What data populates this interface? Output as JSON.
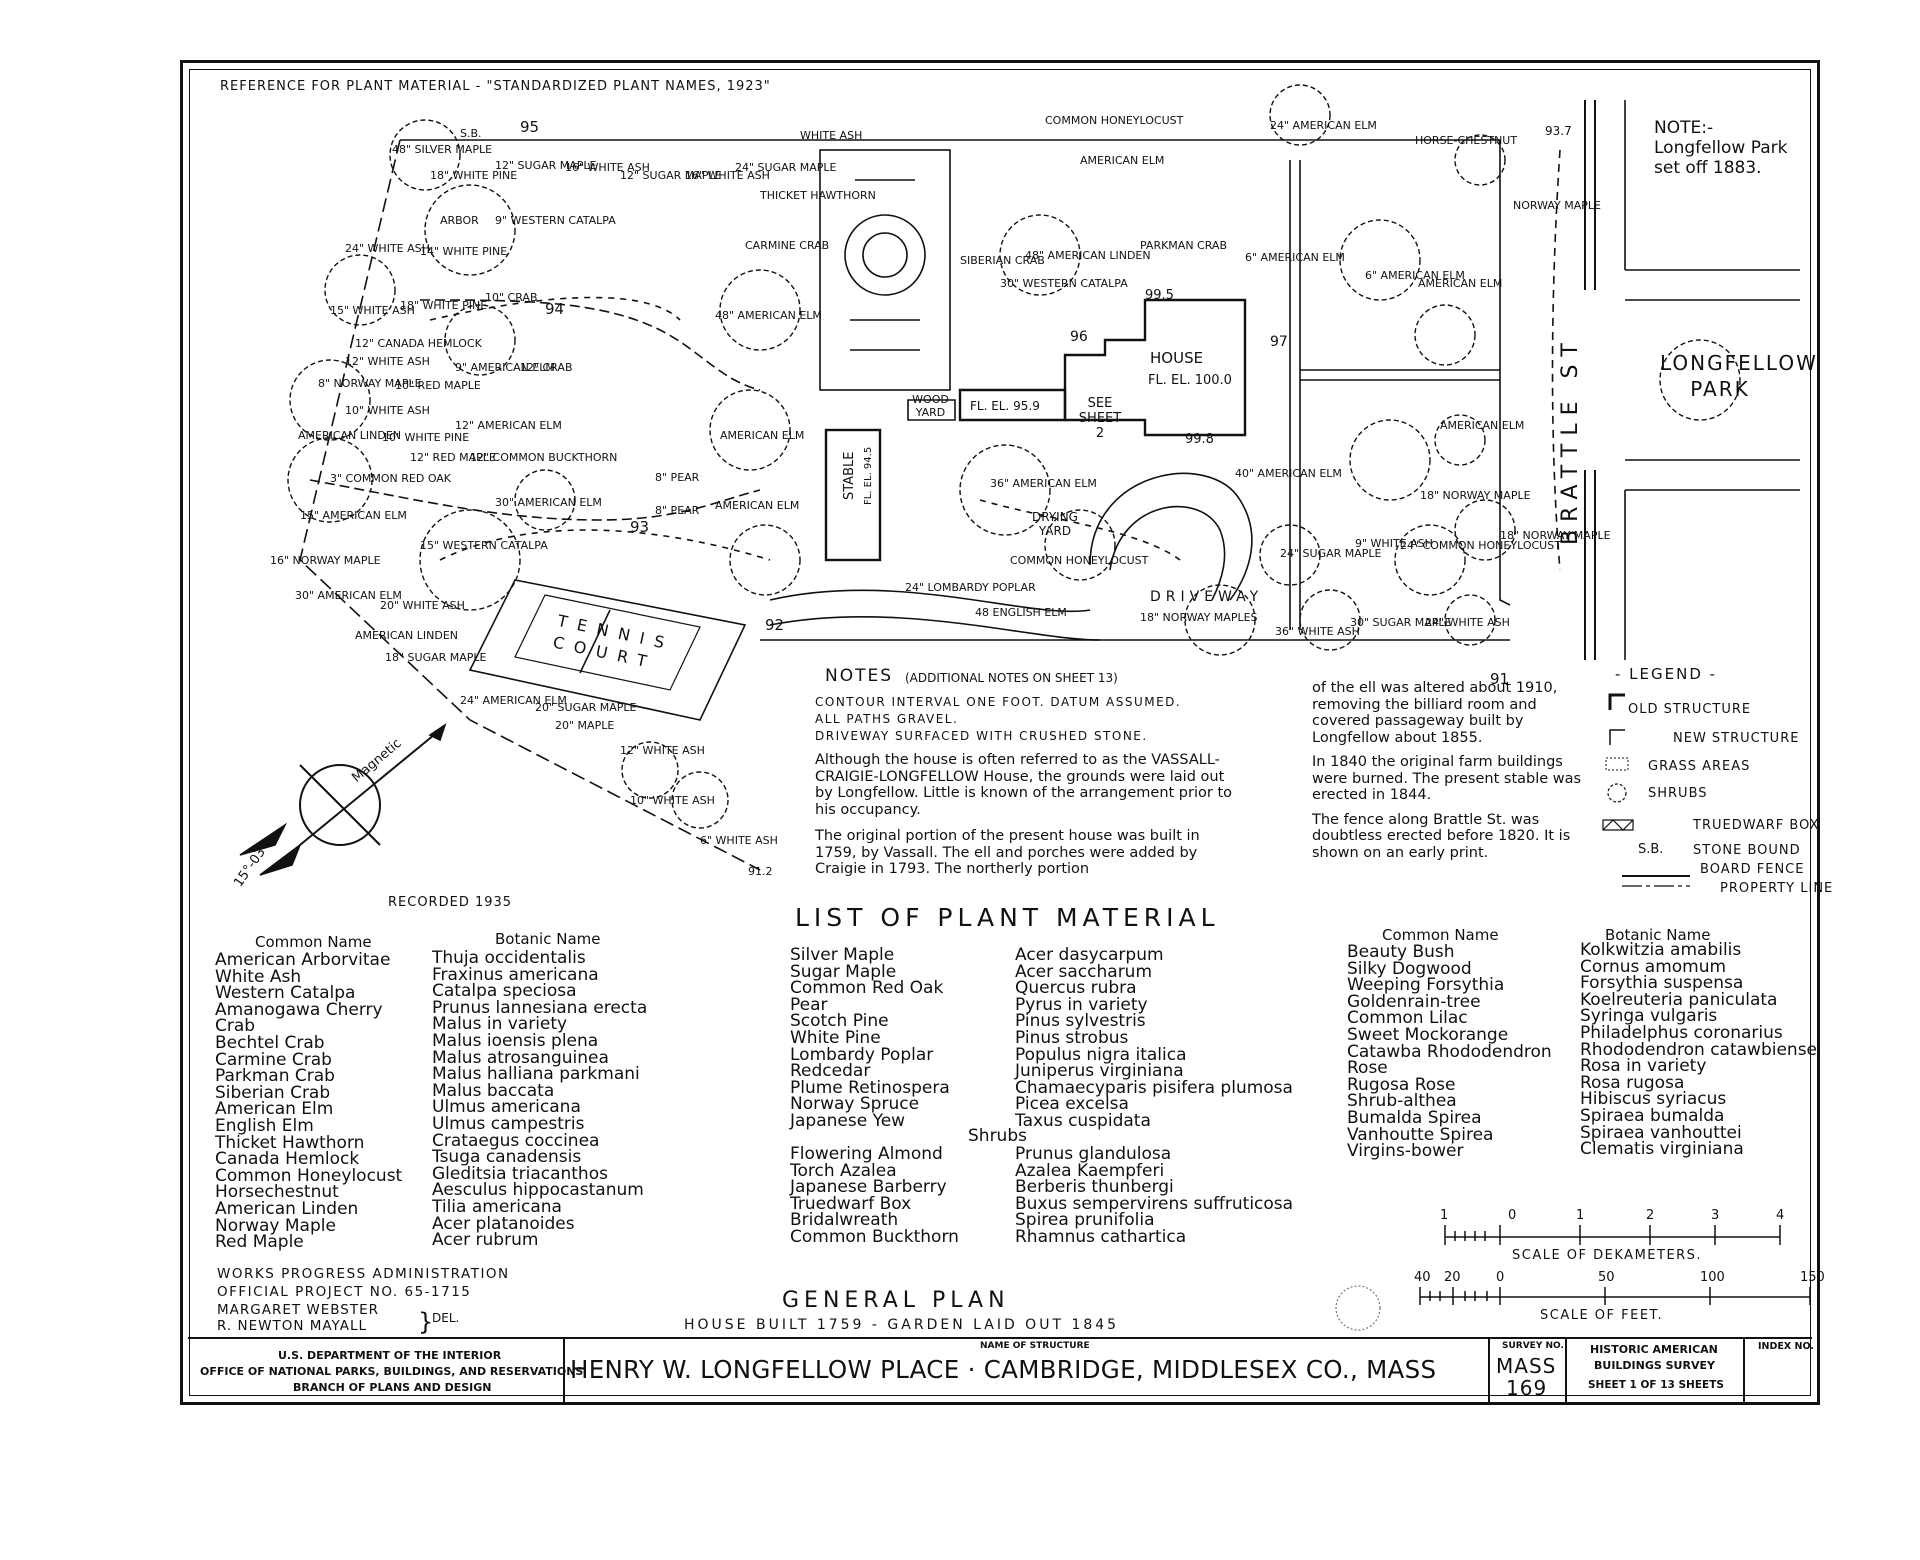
{
  "header": {
    "reference": "REFERENCE FOR PLANT MATERIAL - \"STANDARDIZED PLANT NAMES, 1923\"",
    "note_park": "NOTE:- Longfellow Park set off 1883."
  },
  "plan": {
    "house": "HOUSE",
    "house_el": "FL. EL. 100.0",
    "ell_el": "FL. EL. 95.9",
    "see_sheet": "SEE SHEET 2",
    "stable": "STABLE",
    "stable_el": "FL. EL. 94.5",
    "wood_yard": "WOOD YARD",
    "drying_yard": "DRYING YARD",
    "driveway": "DRIVEWAY",
    "tennis_court": "TENNIS COURT",
    "street": "BRATTLE ST",
    "park": "LONGFELLOW PARK",
    "magnetic": "Magnetic",
    "declination": "15°-03'",
    "recorded": "RECORDED 1935",
    "contours": [
      "95",
      "94",
      "93",
      "92",
      "91",
      "96",
      "97",
      "99.5",
      "99.8",
      "93.7",
      "91.2"
    ],
    "trees": [
      "48\" SILVER MAPLE",
      "18\" WHITE PINE",
      "12\" SUGAR MAPLE",
      "16\" WHITE ASH",
      "12\" SUGAR MAPLE",
      "16\" WHITE ASH",
      "24\" SUGAR MAPLE",
      "THICKET HAWTHORN",
      "WHITE ASH",
      "COMMON HONEYLOCUST",
      "AMERICAN ELM",
      "24\" AMERICAN ELM",
      "HORSE-CHESTNUT",
      "NORWAY MAPLE",
      "ARBOR",
      "9\" WESTERN CATALPA",
      "24\" WHITE ASH",
      "14\" WHITE PINE",
      "CARMINE CRAB",
      "SIBERIAN CRAB",
      "48\" AMERICAN LINDEN",
      "30\" WESTERN CATALPA",
      "PARKMAN CRAB",
      "6\" AMERICAN ELM",
      "6\" AMERICAN ELM",
      "15\" WHITE ASH",
      "18\" WHITE PINE",
      "10\" CRAB",
      "12\" CANADA HEMLOCK",
      "12\" WHITE ASH",
      "9\" AMERICAN ELM",
      "12\" CRAB",
      "8\" NORWAY MAPLE",
      "10\" RED MAPLE",
      "48\" AMERICAN ELM",
      "AMERICAN ELM",
      "10\" WHITE ASH",
      "12\" AMERICAN ELM",
      "AMERICAN LINDEN",
      "10\" WHITE PINE",
      "12\" RED MAPLE",
      "12\" COMMON BUCKTHORN",
      "3\" COMMON RED OAK",
      "8\" PEAR",
      "8\" PEAR",
      "AMERICAN ELM",
      "30\" AMERICAN ELM",
      "15\" AMERICAN ELM",
      "36\" AMERICAN ELM",
      "AMERICAN ELM",
      "16\" NORWAY MAPLE",
      "15\" WESTERN CATALPA",
      "30\" AMERICAN ELM",
      "20\" WHITE ASH",
      "24\" LOMBARDY POPLAR",
      "48 ENGLISH ELM",
      "COMMON HONEYLOCUST",
      "18\" NORWAY MAPLES",
      "40\" AMERICAN ELM",
      "24\" SUGAR MAPLE",
      "9\" WHITE ASH",
      "24\" COMMON HONEYLOCUST",
      "18\" NORWAY MAPLE",
      "18\" NORWAY MAPLE",
      "AMERICAN ELM",
      "AMERICAN LINDEN",
      "18\" SUGAR MAPLE",
      "24\" AMERICAN ELM",
      "20\" SUGAR MAPLE",
      "20\" MAPLE",
      "12\" WHITE ASH",
      "10\" WHITE ASH",
      "6\" WHITE ASH",
      "36\" WHITE ASH",
      "30\" SUGAR MAPLE",
      "24\" WHITE ASH",
      "S.B."
    ]
  },
  "notes": {
    "heading": "NOTES",
    "heading_sub": "(ADDITIONAL NOTES ON SHEET 13)",
    "caps": [
      "CONTOUR INTERVAL ONE FOOT. DATUM ASSUMED.",
      "ALL PATHS GRAVEL.",
      "DRIVEWAY SURFACED WITH CRUSHED STONE."
    ],
    "left": [
      "Although the house is often referred to as the VASSALL-CRAIGIE-LONGFELLOW House, the grounds were laid out by Longfellow. Little is known of the arrangement prior to his occupancy.",
      "The original portion of the present house was built in 1759, by Vassall. The ell and porches were added by Craigie in 1793. The northerly portion"
    ],
    "right": [
      "of the ell was altered about 1910, removing the billiard room and covered passageway built by Longfellow about 1855.",
      "In 1840 the original farm buildings were burned. The present stable was erected in 1844.",
      "The fence along Brattle St. was doubtless erected before 1820. It is shown on an early print."
    ]
  },
  "legend": {
    "title": "- LEGEND -",
    "items": [
      "OLD STRUCTURE",
      "NEW STRUCTURE",
      "GRASS AREAS",
      "SHRUBS",
      "TRUEDWARF BOX",
      "STONE BOUND",
      "BOARD FENCE",
      "PROPERTY LINE"
    ],
    "sb": "S.B."
  },
  "plant_list": {
    "title": "LIST OF PLANT MATERIAL",
    "common_header": "Common Name",
    "botanic_header": "Botanic Name",
    "shrubs_header": "Shrubs",
    "left_common": [
      "American Arborvitae",
      "White Ash",
      "Western Catalpa",
      "Amanogawa Cherry",
      "Crab",
      "Bechtel Crab",
      "Carmine Crab",
      "Parkman Crab",
      "Siberian Crab",
      "American Elm",
      "English Elm",
      "Thicket Hawthorn",
      "Canada Hemlock",
      "Common Honeylocust",
      "Horsechestnut",
      "American Linden",
      "Norway Maple",
      "Red Maple"
    ],
    "left_botanic": [
      "Thuja occidentalis",
      "Fraxinus americana",
      "Catalpa speciosa",
      "Prunus lannesiana erecta",
      "Malus in variety",
      "Malus ioensis plena",
      "Malus atrosanguinea",
      "Malus halliana parkmani",
      "Malus baccata",
      "Ulmus americana",
      "Ulmus campestris",
      "Crataegus coccinea",
      "Tsuga canadensis",
      "Gleditsia triacanthos",
      "Aesculus hippocastanum",
      "Tilia americana",
      "Acer platanoides",
      "Acer rubrum"
    ],
    "mid_common": [
      "Silver Maple",
      "Sugar Maple",
      "Common Red Oak",
      "Pear",
      "Scotch Pine",
      "White Pine",
      "Lombardy Poplar",
      "Redcedar",
      "Plume Retinospera",
      "Norway Spruce",
      "Japanese Yew"
    ],
    "mid_botanic": [
      "Acer dasycarpum",
      "Acer saccharum",
      "Quercus rubra",
      "Pyrus in variety",
      "Pinus sylvestris",
      "Pinus strobus",
      "Populus nigra italica",
      "Juniperus virginiana",
      "Chamaecyparis pisifera plumosa",
      "Picea excelsa",
      "Taxus cuspidata"
    ],
    "mid_shrub_common": [
      "Flowering Almond",
      "Torch Azalea",
      "Japanese Barberry",
      "Truedwarf Box",
      "Bridalwreath",
      "Common Buckthorn"
    ],
    "mid_shrub_botanic": [
      "Prunus glandulosa",
      "Azalea Kaempferi",
      "Berberis thunbergi",
      "Buxus sempervirens suffruticosa",
      "Spirea prunifolia",
      "Rhamnus cathartica"
    ],
    "right_common": [
      "Beauty Bush",
      "Silky Dogwood",
      "Weeping Forsythia",
      "Goldenrain-tree",
      "Common Lilac",
      "Sweet Mockorange",
      "Catawba Rhododendron",
      "Rose",
      "Rugosa Rose",
      "Shrub-althea",
      "Bumalda Spirea",
      "Vanhoutte Spirea",
      "Virgins-bower"
    ],
    "right_botanic": [
      "Kolkwitzia amabilis",
      "Cornus amomum",
      "Forsythia suspensa",
      "Koelreuteria paniculata",
      "Syringa vulgaris",
      "Philadelphus coronarius",
      "Rhododendron catawbiense",
      "Rosa in variety",
      "Rosa rugosa",
      "Hibiscus syriacus",
      "Spiraea bumalda",
      "Spiraea vanhouttei",
      "Clematis virginiana"
    ]
  },
  "scales": {
    "dek_ticks": [
      "1",
      "0",
      "1",
      "2",
      "3",
      "4"
    ],
    "dek_label": "SCALE OF DEKAMETERS.",
    "feet_ticks": [
      "40",
      "20",
      "0",
      "50",
      "100",
      "150"
    ],
    "feet_label": "SCALE OF FEET."
  },
  "credits": {
    "wpa": "WORKS PROGRESS ADMINISTRATION",
    "project": "OFFICIAL PROJECT NO. 65-1715",
    "del1": "MARGARET WEBSTER",
    "del2": "R. NEWTON MAYALL",
    "del_suffix": "DEL.",
    "title": "GENERAL PLAN",
    "subtitle": "HOUSE BUILT 1759 - GARDEN LAID OUT 1845"
  },
  "title_block": {
    "dept1": "U.S. DEPARTMENT OF THE INTERIOR",
    "dept2": "OFFICE OF NATIONAL PARKS, BUILDINGS, AND RESERVATIONS",
    "dept3": "BRANCH OF PLANS AND DESIGN",
    "name_label": "NAME OF STRUCTURE",
    "name": "HENRY W. LONGFELLOW PLACE · CAMBRIDGE, MIDDLESEX CO., MASS",
    "survey_label": "SURVEY NO.",
    "survey1": "MASS",
    "survey2": "169",
    "habs1": "HISTORIC AMERICAN",
    "habs2": "BUILDINGS SURVEY",
    "sheet": "SHEET 1 OF 13 SHEETS",
    "index_label": "INDEX NO."
  }
}
